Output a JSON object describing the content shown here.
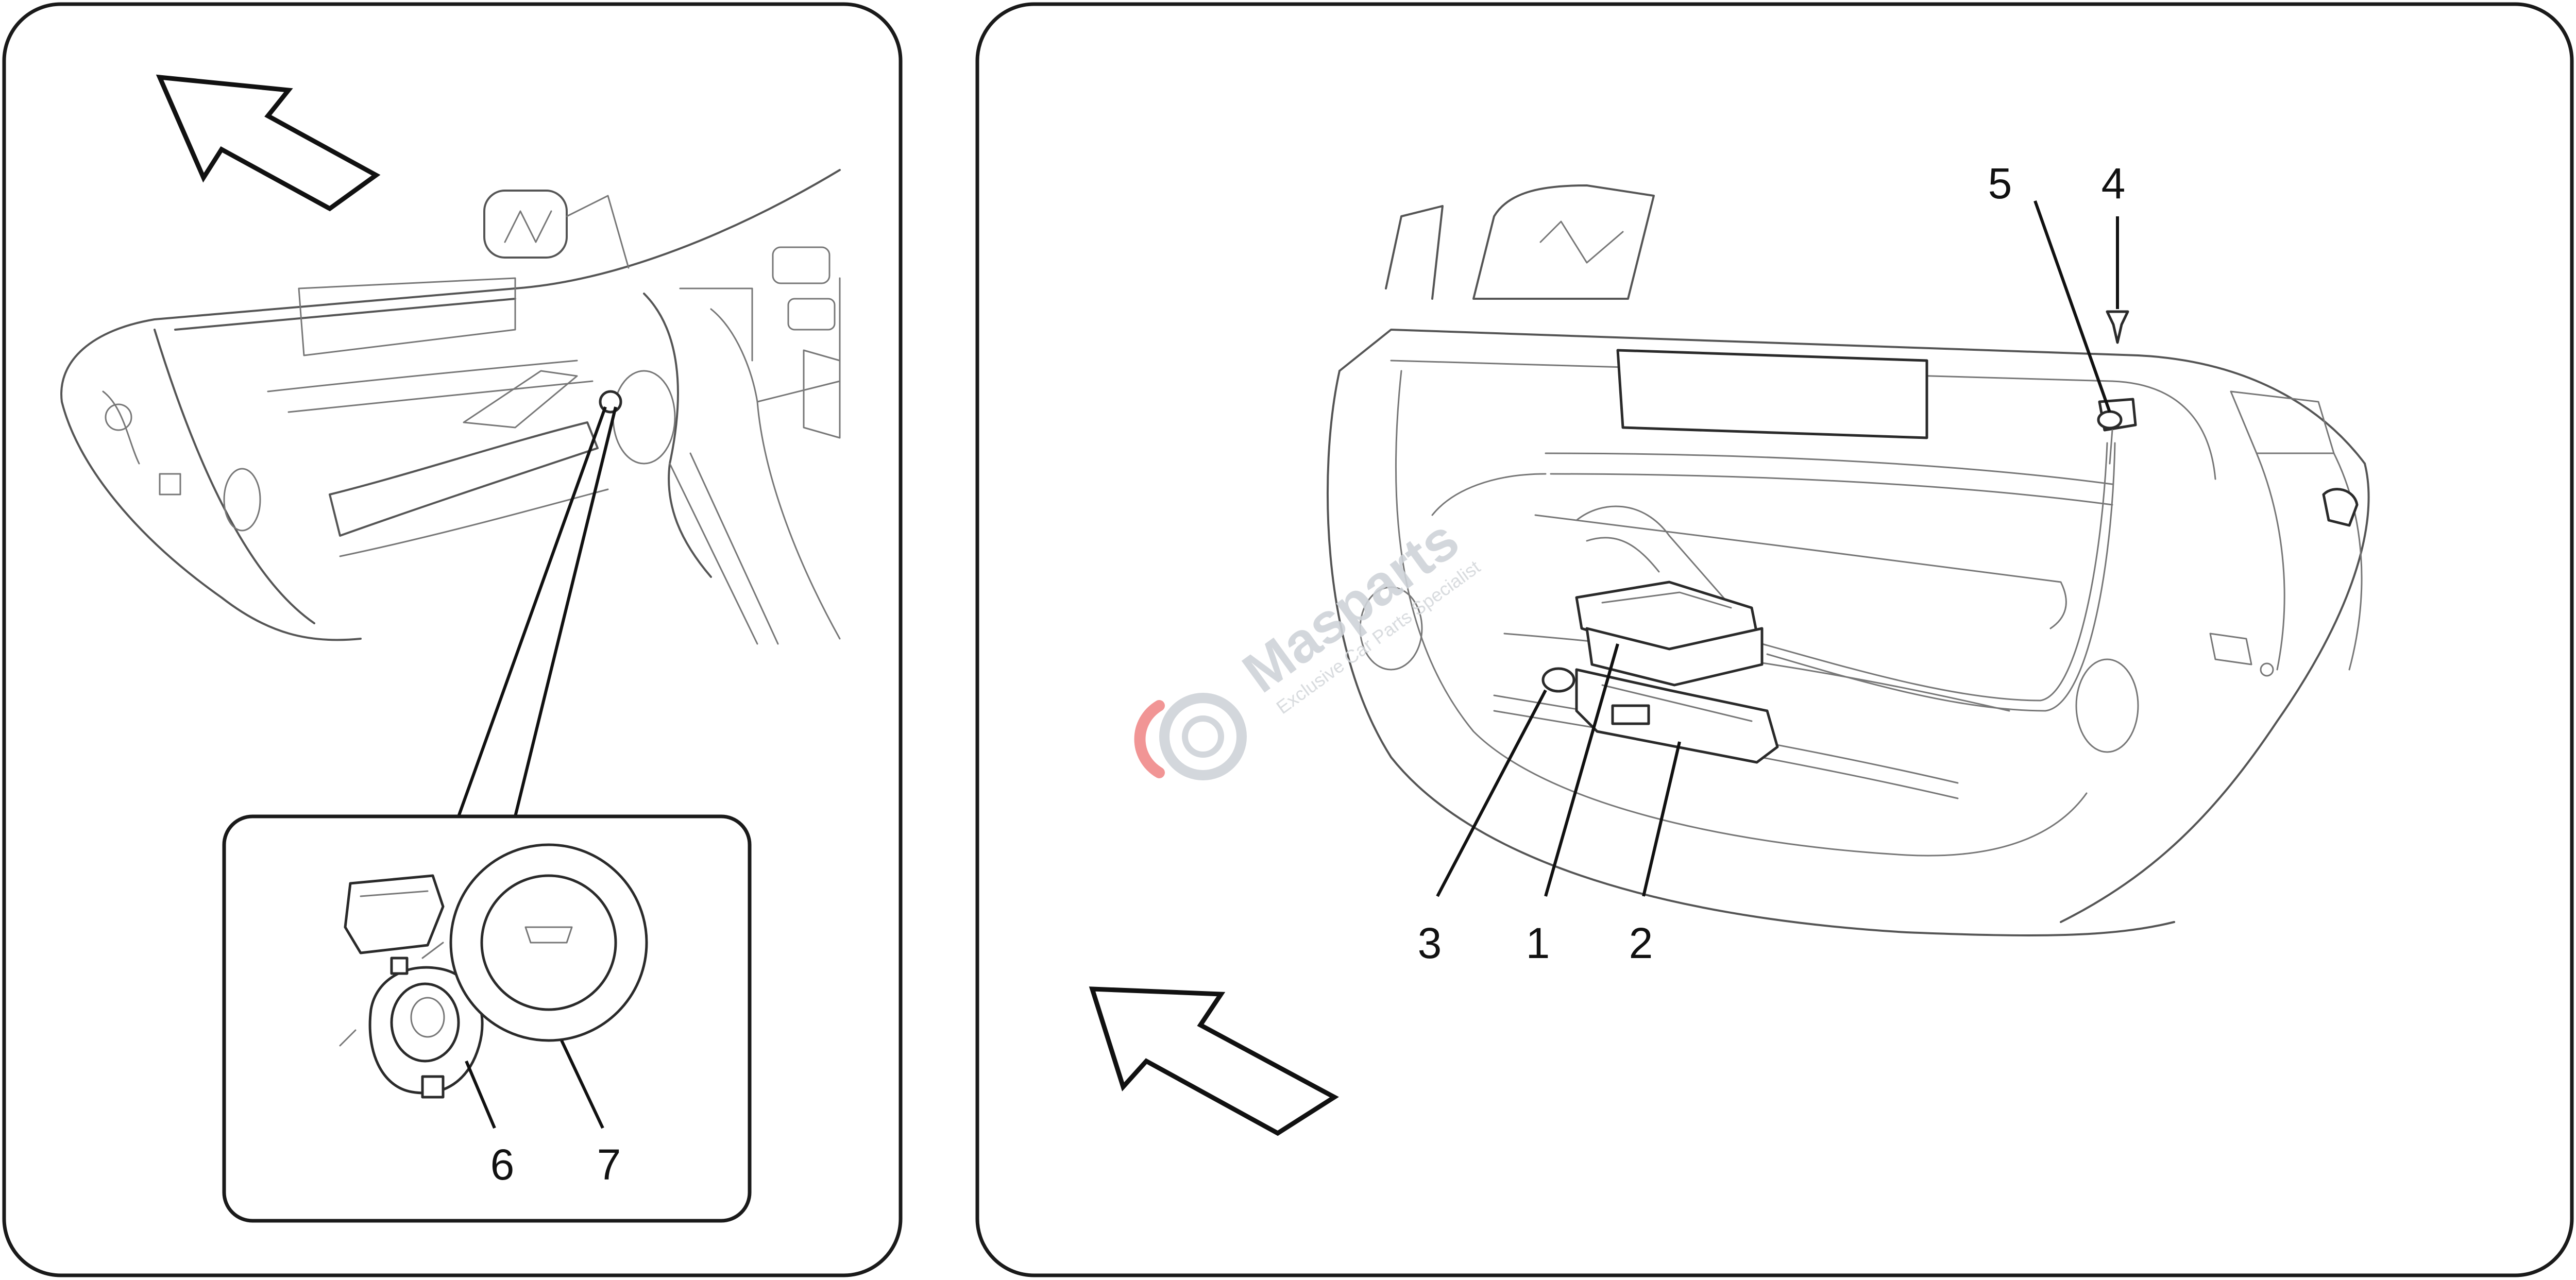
{
  "diagram": {
    "callouts": {
      "c1": "1",
      "c2": "2",
      "c3": "3",
      "c4": "4",
      "c5": "5",
      "c6": "6",
      "c7": "7"
    },
    "watermark": {
      "brand": "Masparts",
      "tagline": "Exclusive Car Parts Specialist"
    },
    "colors": {
      "frame": "#1a1a1a",
      "drawing": "#555555",
      "watermark_red": "#f08a8a",
      "watermark_gray": "#cfd3d8"
    },
    "icons": [
      "direction-arrow-icon",
      "masparts-logo-icon"
    ]
  }
}
